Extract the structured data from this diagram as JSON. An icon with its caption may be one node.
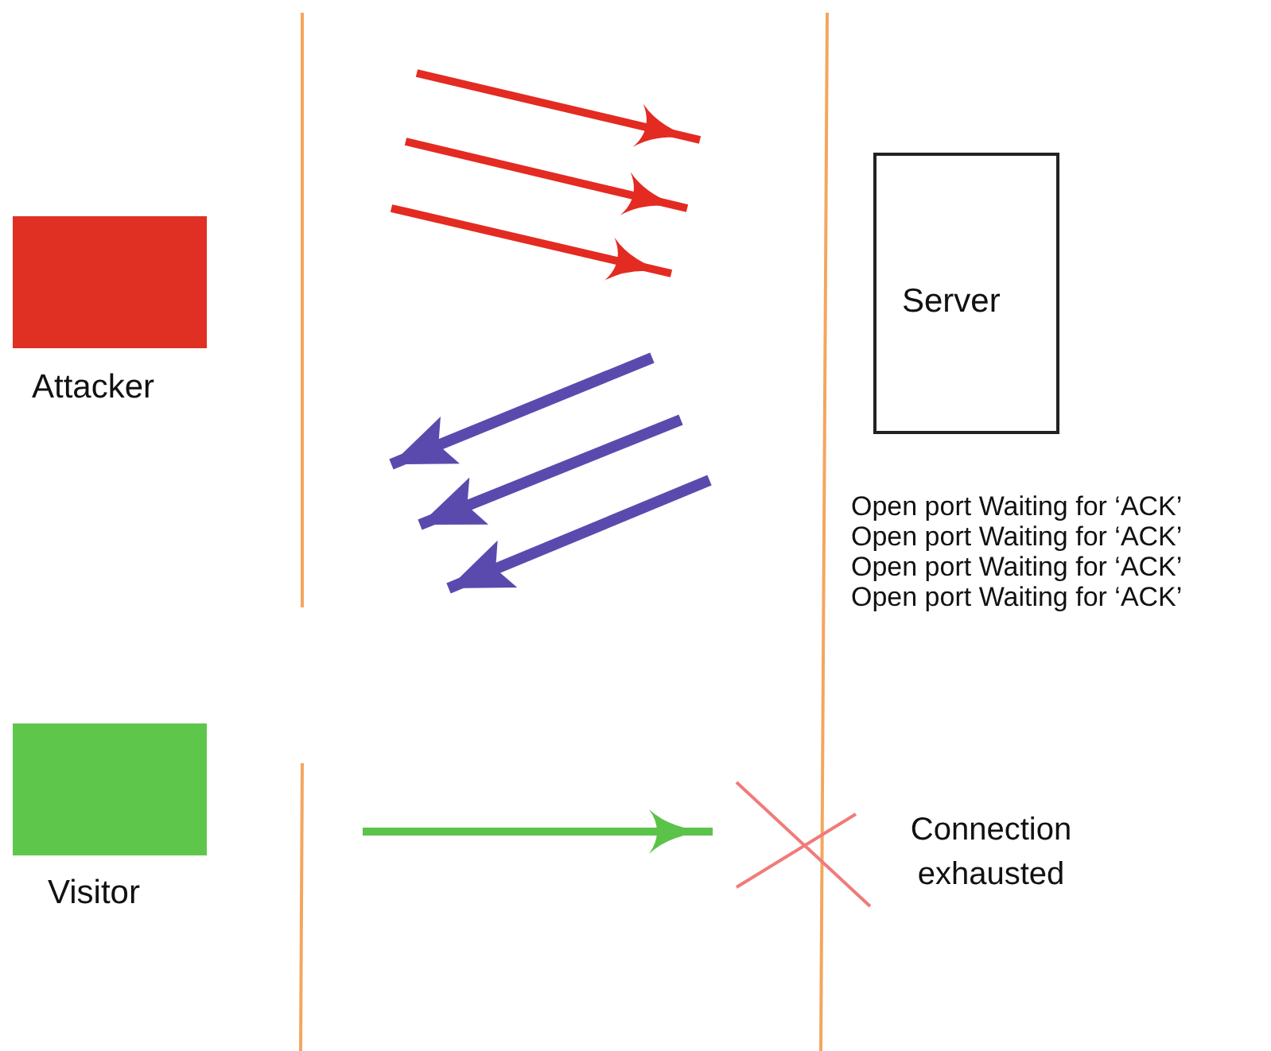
{
  "diagram": {
    "nodes": [
      {
        "text": [
          "Attacker"
        ]
      },
      {
        "text": [
          "Server"
        ]
      },
      {
        "text": [
          "Visitor"
        ]
      }
    ],
    "labels": [
      "Open port Waiting for ‘ACK’",
      "Open port Waiting for ‘ACK’",
      "Open port Waiting for ‘ACK’",
      "Open port Waiting for ‘ACK’",
      "Connection exhausted"
    ]
  }
}
